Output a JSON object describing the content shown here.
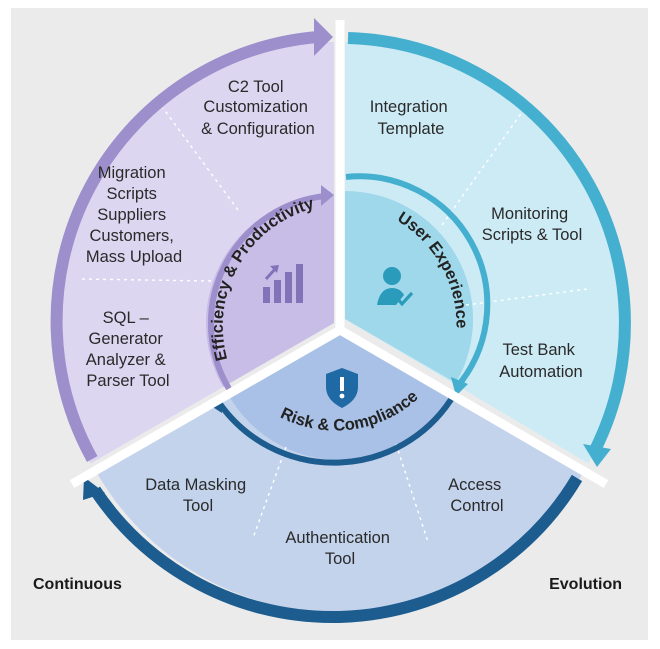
{
  "colors": {
    "panel_bg": "#ebebeb",
    "efficiency_fill": "#ddd6f1",
    "efficiency_inner": "#c7bde6",
    "efficiency_arrow": "#9d8fcc",
    "user_fill": "#cdebf5",
    "user_inner": "#9fd8ea",
    "user_arrow": "#45afcf",
    "risk_fill": "#c3d3ec",
    "risk_inner": "#a9c1e6",
    "risk_arrow": "#1d5c8e",
    "icon_purple": "#8073b8",
    "icon_teal": "#2a9bbb",
    "icon_blue": "#1f6aa5"
  },
  "arcs": {
    "efficiency": "Efficiency & Productivity",
    "user_experience": "User Experience",
    "risk": "Risk & Compliance"
  },
  "icons": {
    "efficiency": "bar-chart-growth-icon",
    "user_experience": "user-check-icon",
    "risk": "shield-alert-icon"
  },
  "segments": {
    "c2_tool": [
      "C2 Tool",
      "Customization",
      "& Configuration"
    ],
    "migration": [
      "Migration",
      "Scripts",
      "Suppliers",
      "Customers,",
      "Mass Upload"
    ],
    "sql": [
      "SQL –",
      "Generator",
      "Analyzer &",
      "Parser Tool"
    ],
    "integration": [
      "Integration",
      "Template"
    ],
    "monitoring": [
      "Monitoring",
      "Scripts & Tool"
    ],
    "test_bank": [
      "Test Bank",
      "Automation"
    ],
    "data_masking": [
      "Data Masking",
      "Tool"
    ],
    "authentication": [
      "Authentication",
      "Tool"
    ],
    "access": [
      "Access",
      "Control"
    ]
  },
  "corners": {
    "left": "Continuous",
    "right": "Evolution"
  }
}
